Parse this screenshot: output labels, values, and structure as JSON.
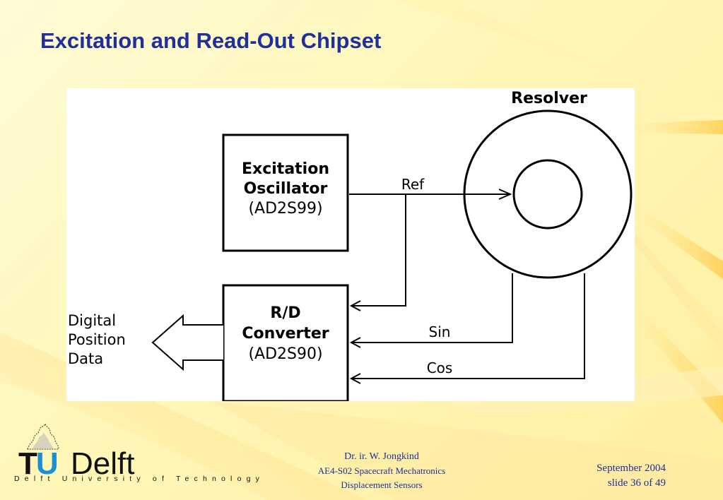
{
  "slide": {
    "title": "Excitation and Read-Out Chipset"
  },
  "diagram": {
    "resolver_label": "Resolver",
    "oscillator": {
      "line1": "Excitation",
      "line2": "Oscillator",
      "line3": "(AD2S99)"
    },
    "converter": {
      "line1": "R/D",
      "line2": "Converter",
      "line3": "(AD2S90)"
    },
    "signals": {
      "ref": "Ref",
      "sin": "Sin",
      "cos": "Cos"
    },
    "output": {
      "line1": "Digital",
      "line2": "Position",
      "line3": "Data"
    }
  },
  "footer": {
    "logo_tu": "TU",
    "logo_delft": "Delft",
    "logo_subtitle": "Delft University of Technology",
    "author": "Dr. ir. W. Jongkind",
    "course": "AE4-S02 Spacecraft Mechatronics",
    "topic": "Displacement Sensors",
    "date": "September 2004",
    "slide_number": "slide 36 of 49"
  },
  "colors": {
    "title": "#1f2f9c",
    "footer_text": "#1f2f9c",
    "logo_accent": "#1a8fd6"
  }
}
